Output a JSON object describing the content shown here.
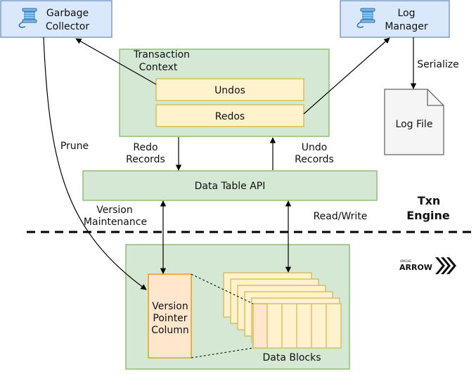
{
  "components": {
    "garbage_collector": {
      "line1": "Garbage",
      "line2": "Collector"
    },
    "log_manager": {
      "line1": "Log",
      "line2": "Manager"
    },
    "transaction_context": {
      "line1": "Transaction",
      "line2": "Context",
      "undos": "Undos",
      "redos": "Redos"
    },
    "log_file": "Log File",
    "data_table_api": "Data Table API",
    "version_pointer_column": {
      "line1": "Version",
      "line2": "Pointer",
      "line3": "Column"
    },
    "data_blocks": "Data Blocks"
  },
  "edge_labels": {
    "serialize": "Serialize",
    "prune": "Prune",
    "redo_records": {
      "line1": "Redo",
      "line2": "Records"
    },
    "undo_records": {
      "line1": "Undo",
      "line2": "Records"
    },
    "version_maintenance": {
      "line1": "Version",
      "line2": "Maintenance"
    },
    "read_write": "Read/Write"
  },
  "txn_engine": {
    "line1": "Txn",
    "line2": "Engine"
  },
  "arrow_logo": {
    "top": "APACHE",
    "bottom": "ARROW"
  },
  "colors": {
    "blue_box_fill": "#dae8fc",
    "blue_box_stroke": "#6c8ebf",
    "green_fill": "#d5e8d4",
    "green_stroke": "#82b366",
    "yellow_fill": "#fff2cc",
    "yellow_stroke": "#d6b656",
    "orange_fill": "#ffe6cc",
    "orange_stroke": "#d79b00"
  }
}
